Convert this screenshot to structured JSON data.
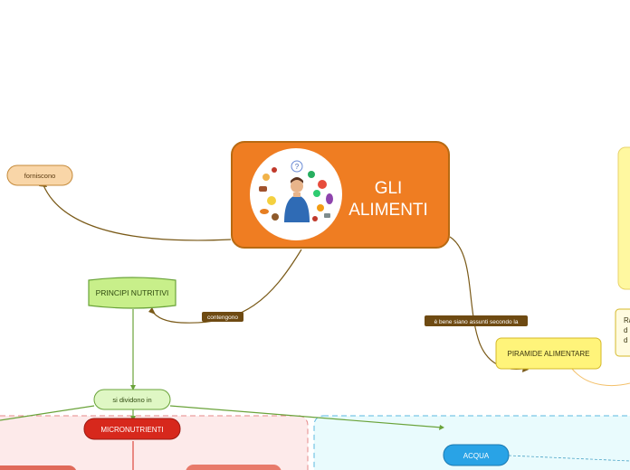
{
  "central": {
    "title": "GLI ALIMENTI",
    "image_icon": "person-thinking-with-food-icon"
  },
  "nodes": {
    "forniscono": "forniscono",
    "principi": "PRINCIPI NUTRITIVI",
    "dividono": "si dividono in",
    "micronutrienti": "MICRONUTRIENTI",
    "acqua": "ACQUA",
    "piramide": "PIRAMIDE ALIMENTARE",
    "right_partial": "Ra\nd\nd"
  },
  "links": {
    "contengono": "contengono",
    "assunti": "è bene siano assunti secondo la"
  },
  "colors": {
    "central_fill": "#ef7d22",
    "central_border": "#b86a12",
    "link_line": "#7a5a18",
    "green_node": "#c8ef8a",
    "green_border": "#6aa33a",
    "micro_fill": "#d7281c",
    "acqua_fill": "#29a3e6",
    "yellow_node": "#fff47a",
    "label_bg": "#6e4a12"
  }
}
